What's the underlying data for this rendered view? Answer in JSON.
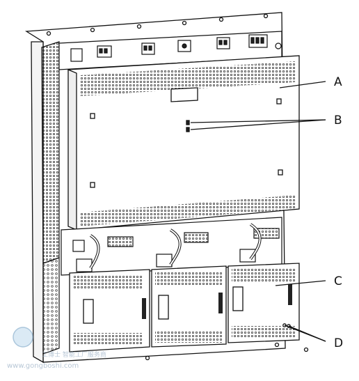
{
  "diagram": {
    "callouts": [
      {
        "id": "A",
        "label": "A"
      },
      {
        "id": "B",
        "label": "B"
      },
      {
        "id": "C",
        "label": "C"
      },
      {
        "id": "D",
        "label": "D"
      }
    ],
    "watermark": {
      "brand_text": "www.gongboshi.com",
      "slogan_text": "工博士 智能工厂服务商"
    }
  }
}
